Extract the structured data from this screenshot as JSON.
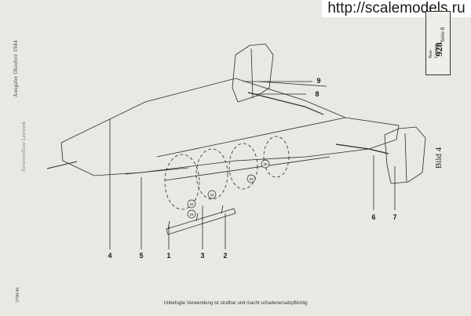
{
  "watermark": "http://scalemodels.ru",
  "header": {
    "left_text": "Ausgabe Oktober 1944",
    "left_text2": "Ersatzteilliste Leitwerk",
    "doc_number": "3798/46"
  },
  "box": {
    "group_line1": "Bau-",
    "group_line2": "Gruppe",
    "group_number": "928",
    "page": "Seite 8"
  },
  "figure_label": "Bild 4",
  "callouts": [
    {
      "id": "c1",
      "label": "1"
    },
    {
      "id": "c2",
      "label": "2"
    },
    {
      "id": "c3",
      "label": "3"
    },
    {
      "id": "c4",
      "label": "4"
    },
    {
      "id": "c5",
      "label": "5"
    },
    {
      "id": "c6",
      "label": "6"
    },
    {
      "id": "c7",
      "label": "7"
    },
    {
      "id": "c8",
      "label": "8"
    },
    {
      "id": "c9",
      "label": "9"
    }
  ],
  "circled_refs": [
    "22",
    "23",
    "26",
    "25",
    "24"
  ],
  "footer": "Unbefugte Verwendung ist strafbar und macht schadenersatzpflichtig"
}
